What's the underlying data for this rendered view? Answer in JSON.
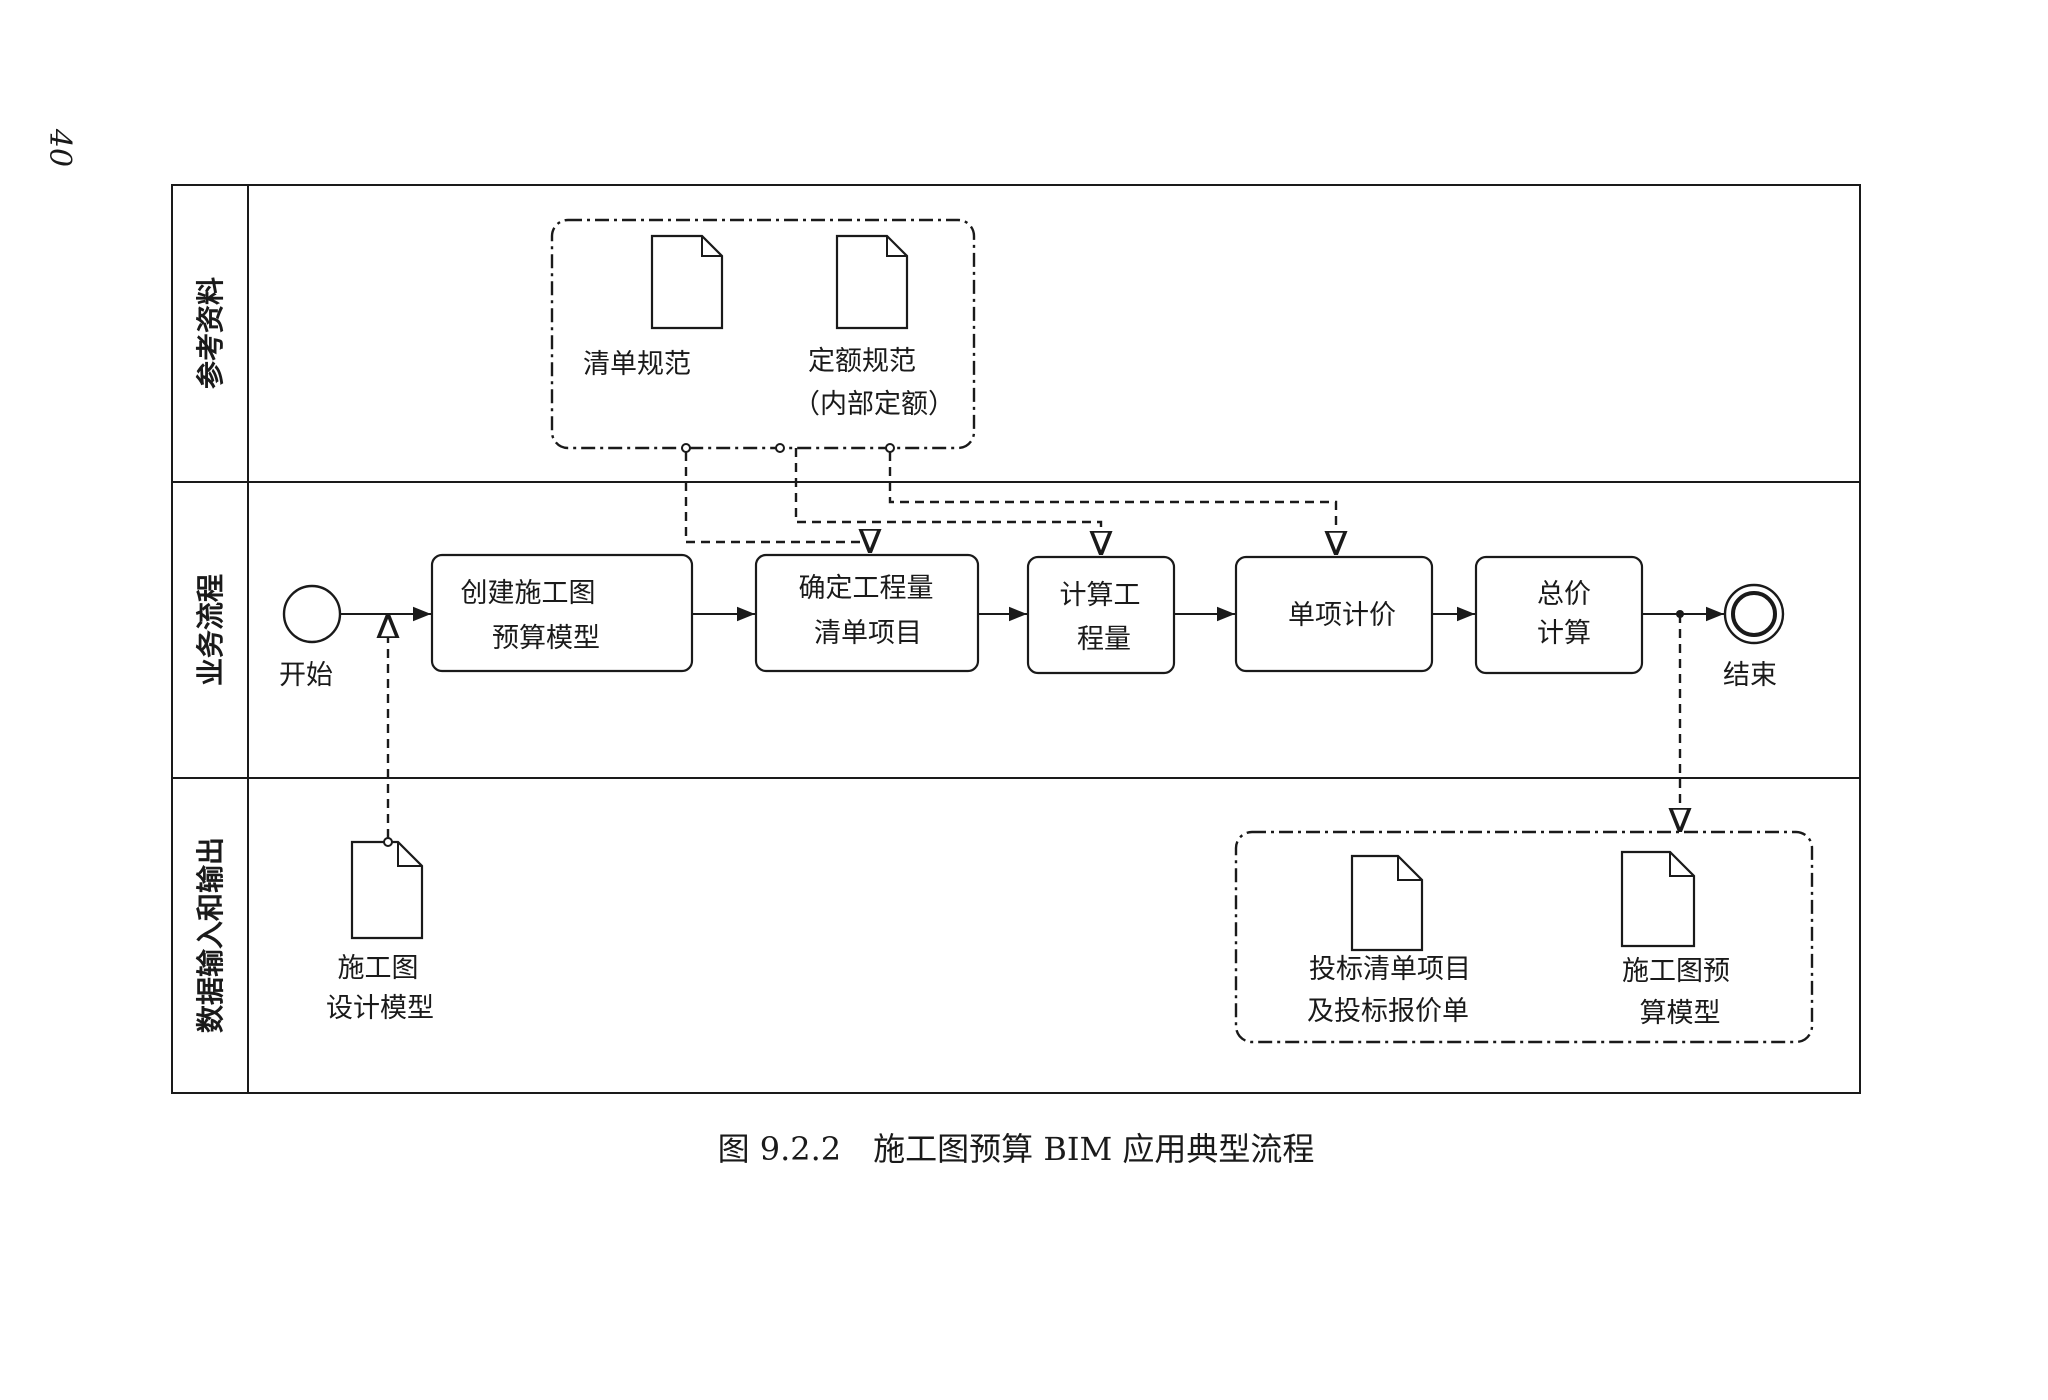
{
  "page_number": "40",
  "lanes": {
    "reference": "参考资料",
    "business": "业务流程",
    "data_io": "数据输入和输出"
  },
  "events": {
    "start": "开始",
    "end": "结束"
  },
  "tasks": {
    "create_model": [
      "创建施工图",
      "预算模型"
    ],
    "confirm_items": [
      "确定工程量",
      "清单项目"
    ],
    "calc_quantity": [
      "计算工",
      "程量"
    ],
    "unit_pricing": [
      "单项计价"
    ],
    "total_pricing": [
      "总价",
      "计算"
    ]
  },
  "documents": {
    "bill_spec": [
      "清单规范"
    ],
    "quota_spec": [
      "定额规范",
      "（内部定额）"
    ],
    "design_model": [
      "施工图",
      "设计模型"
    ],
    "bid_list": [
      "投标清单项目",
      "及投标报价单"
    ],
    "budget_model": [
      "施工图预",
      "算模型"
    ]
  },
  "caption": "图 9.2.2　施工图预算 BIM 应用典型流程"
}
